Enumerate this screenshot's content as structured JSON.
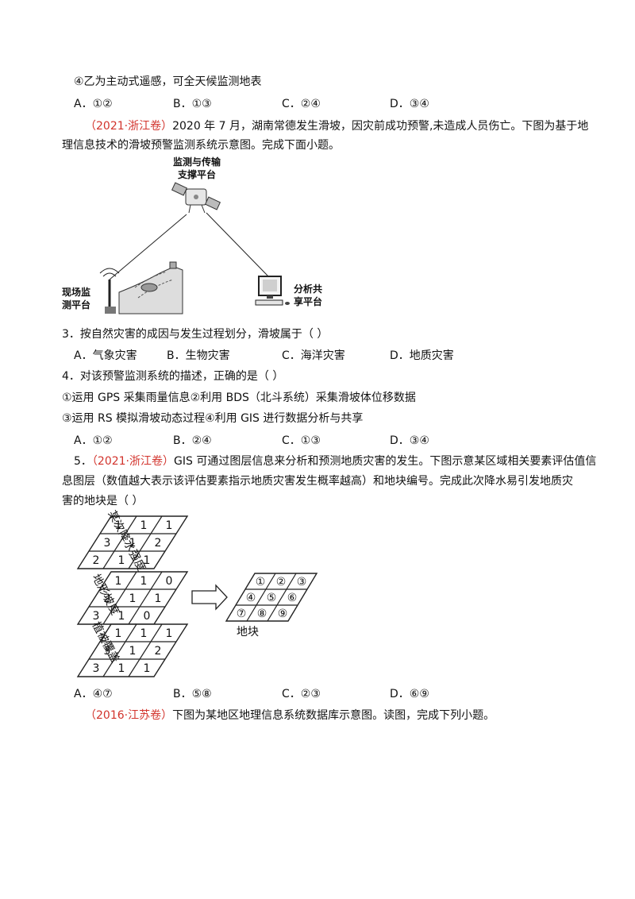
{
  "lines": {
    "l1": "④乙为主动式遥感，可全天候监测地表",
    "q2_options": [
      "A．①②",
      "B．①③",
      "C．②④",
      "D．③④"
    ],
    "intro_source": "（2021·浙江卷）",
    "intro_text1": "2020 年 7 月，湖南常德发生滑坡，因灾前成功预警,未造成人员伤亡。下图为基于地",
    "intro_text2": "理信息技术的滑坡预警监测系统示意图。完成下面小题。",
    "q3": "3．按自然灾害的成因与发生过程划分，滑坡属于（    ）",
    "q3_options": [
      "A．气象灾害",
      "B．生物灾害",
      "C．海洋灾害",
      "D．地质灾害"
    ],
    "q4": "4．对该预警监测系统的描述，正确的是（    ）",
    "q4_s1": "①运用 GPS 采集雨量信息②利用 BDS（北斗系统）采集滑坡体位移数据",
    "q4_s2": "③运用 RS 模拟滑坡动态过程④利用 GIS 进行数据分析与共享",
    "q4_options": [
      "A．①②",
      "B．②④",
      "C．①③",
      "D．③④"
    ],
    "q5_num": "5．",
    "q5_source": "（2021·浙江卷）",
    "q5_text1": "GIS 可通过图层信息来分析和预测地质灾害的发生。下图示意某区域相关要素评估值信",
    "q5_text2": "息图层（数值越大表示该评估要素指示地质灾害发生概率越高）和地块编号。完成此次降水易引发地质灾",
    "q5_text3": "害的地块是（    ）",
    "q5_options": [
      "A．④⑦",
      "B．⑤⑧",
      "C．②③",
      "D．⑥⑨"
    ],
    "q6_source": "（2016·江苏卷）",
    "q6_text": "下图为某地区地理信息系统数据库示意图。读图，完成下列小题。"
  },
  "figure1": {
    "satellite_label": [
      "监测与传输",
      "支撑平台"
    ],
    "site_label": [
      "现场监",
      "测平台"
    ],
    "share_label": [
      "分析共",
      "享平台"
    ]
  },
  "figure2": {
    "layer1_label": "某次降水强度",
    "layer1_values": [
      [
        "1",
        "1",
        "1"
      ],
      [
        "3",
        "1",
        "2"
      ],
      [
        "2",
        "1",
        "1"
      ]
    ],
    "layer2_label": "地形坡度",
    "layer2_values": [
      [
        "1",
        "1",
        "0"
      ],
      [
        "2",
        "1",
        "1"
      ],
      [
        "3",
        "1",
        "0"
      ]
    ],
    "layer3_label": "植被覆盖",
    "layer3_values": [
      [
        "1",
        "1",
        "1"
      ],
      [
        "3",
        "1",
        "2"
      ],
      [
        "3",
        "1",
        "1"
      ]
    ],
    "parcel_numbers": [
      [
        "①",
        "②",
        "③"
      ],
      [
        "④",
        "⑤",
        "⑥"
      ],
      [
        "⑦",
        "⑧",
        "⑨"
      ]
    ],
    "parcel_label": "地块"
  }
}
